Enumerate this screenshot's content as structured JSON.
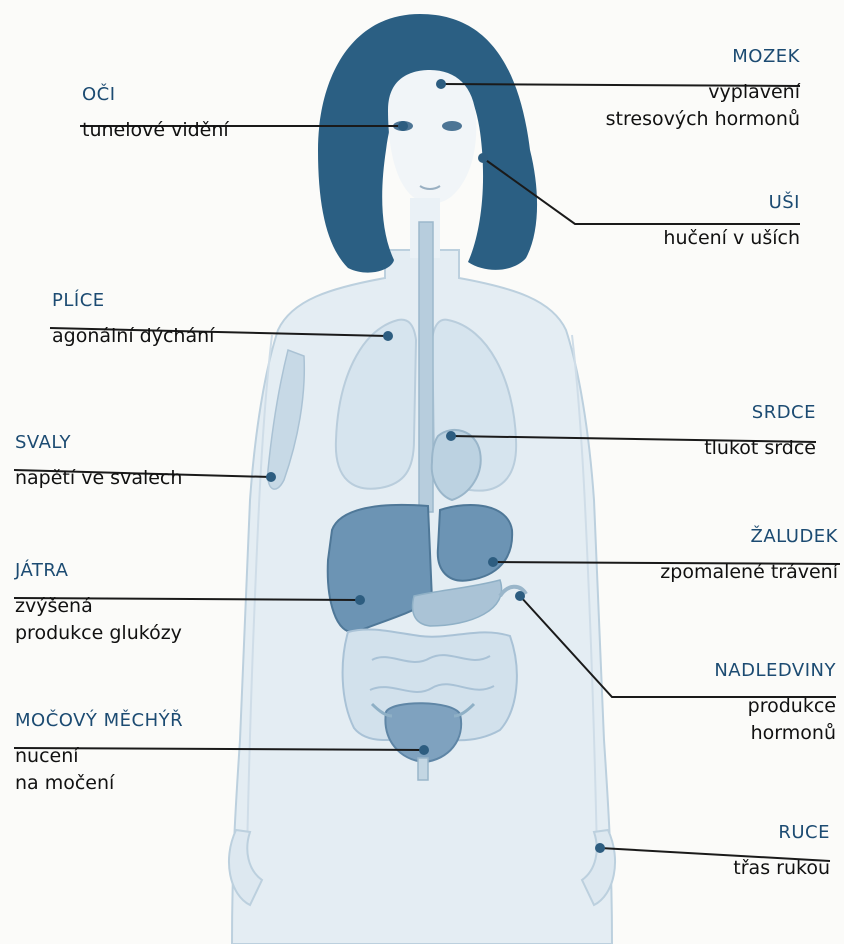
{
  "colors": {
    "hair": "#2b5f83",
    "body_fill": "#e4edf3",
    "body_stroke": "#bcd0de",
    "organ_fill": "#c2d6e4",
    "organ_dark": "#6c94b4",
    "dot": "#2d5d80",
    "leader_line": "#1a1a1a",
    "label_title": "#1c4b72",
    "label_text": "#111111"
  },
  "labels": {
    "oci": {
      "title": "OČI",
      "text": "tunelové vidění"
    },
    "mozek": {
      "title": "MOZEK",
      "text": "vyplavení\nstresových hormonů"
    },
    "usi": {
      "title": "UŠI",
      "text": "hučení v uších"
    },
    "plice": {
      "title": "PLÍCE",
      "text": "agonální dýchání"
    },
    "svaly": {
      "title": "SVALY",
      "text": "napětí ve svalech"
    },
    "srdce": {
      "title": "SRDCE",
      "text": "tlukot srdce"
    },
    "jatra": {
      "title": "JÁTRA",
      "text": "zvýšená\nprodukce glukózy"
    },
    "zaludek": {
      "title": "ŽALUDEK",
      "text": "zpomalené trávení"
    },
    "nadledviny": {
      "title": "NADLEDVINY",
      "text": "produkce\nhormonů"
    },
    "mechyr": {
      "title": "MOČOVÝ MĚCHÝŘ",
      "text": "nucení\nna močení"
    },
    "ruce": {
      "title": "RUCE",
      "text": "třas rukou"
    }
  }
}
